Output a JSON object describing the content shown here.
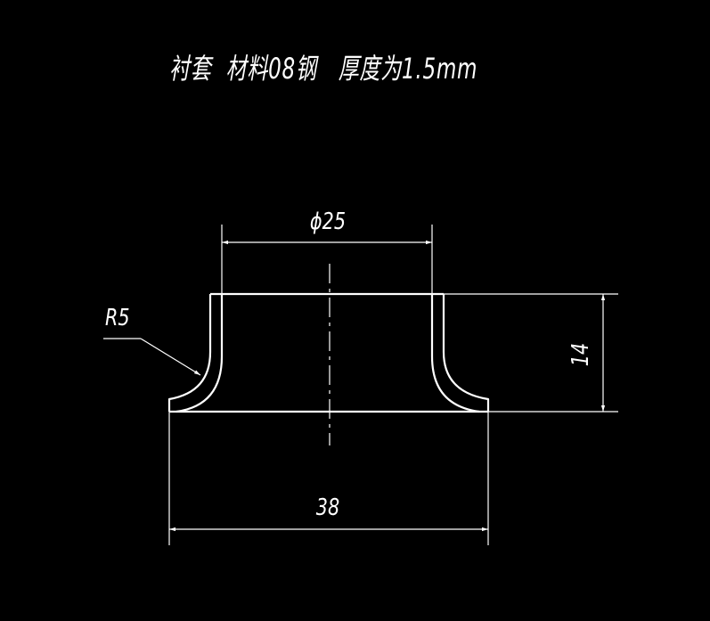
{
  "title": "衬套  材料08钢   厚度为1.5mm",
  "dimensions": {
    "diameter": "ϕ25",
    "height": "14",
    "base_width": "38",
    "radius": "R5"
  },
  "colors": {
    "background": "#000000",
    "lines": "#ffffff"
  }
}
